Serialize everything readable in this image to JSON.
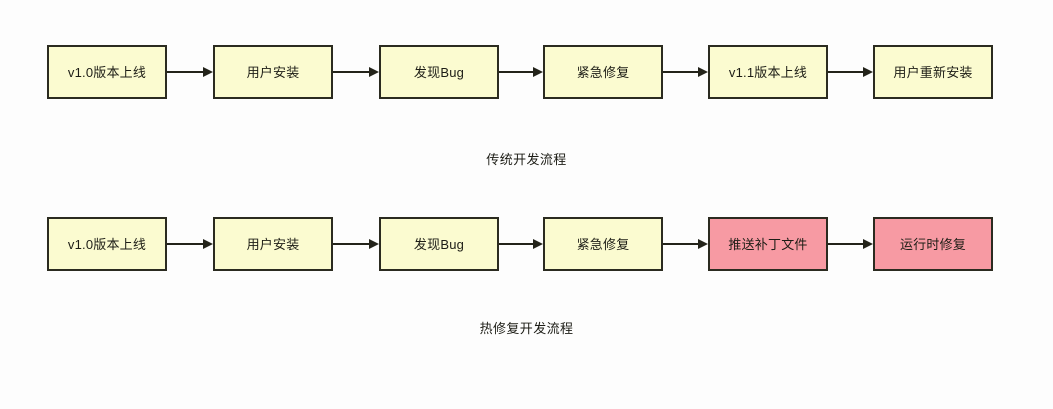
{
  "diagram": {
    "background_color": "#fdfdfd",
    "node_border_color": "#2b2b20",
    "arrow_color": "#23231a",
    "fill_yellow": "#fbfbd0",
    "fill_red": "#f79aa3",
    "flows": [
      {
        "caption": "传统开发流程",
        "nodes": [
          {
            "label": "v1.0版本上线",
            "fill": "yellow"
          },
          {
            "label": "用户安装",
            "fill": "yellow"
          },
          {
            "label": "发现Bug",
            "fill": "yellow"
          },
          {
            "label": "紧急修复",
            "fill": "yellow"
          },
          {
            "label": "v1.1版本上线",
            "fill": "yellow"
          },
          {
            "label": "用户重新安装",
            "fill": "yellow"
          }
        ]
      },
      {
        "caption": "热修复开发流程",
        "nodes": [
          {
            "label": "v1.0版本上线",
            "fill": "yellow"
          },
          {
            "label": "用户安装",
            "fill": "yellow"
          },
          {
            "label": "发现Bug",
            "fill": "yellow"
          },
          {
            "label": "紧急修复",
            "fill": "yellow"
          },
          {
            "label": "推送补丁文件",
            "fill": "red"
          },
          {
            "label": "运行时修复",
            "fill": "red"
          }
        ]
      }
    ]
  }
}
